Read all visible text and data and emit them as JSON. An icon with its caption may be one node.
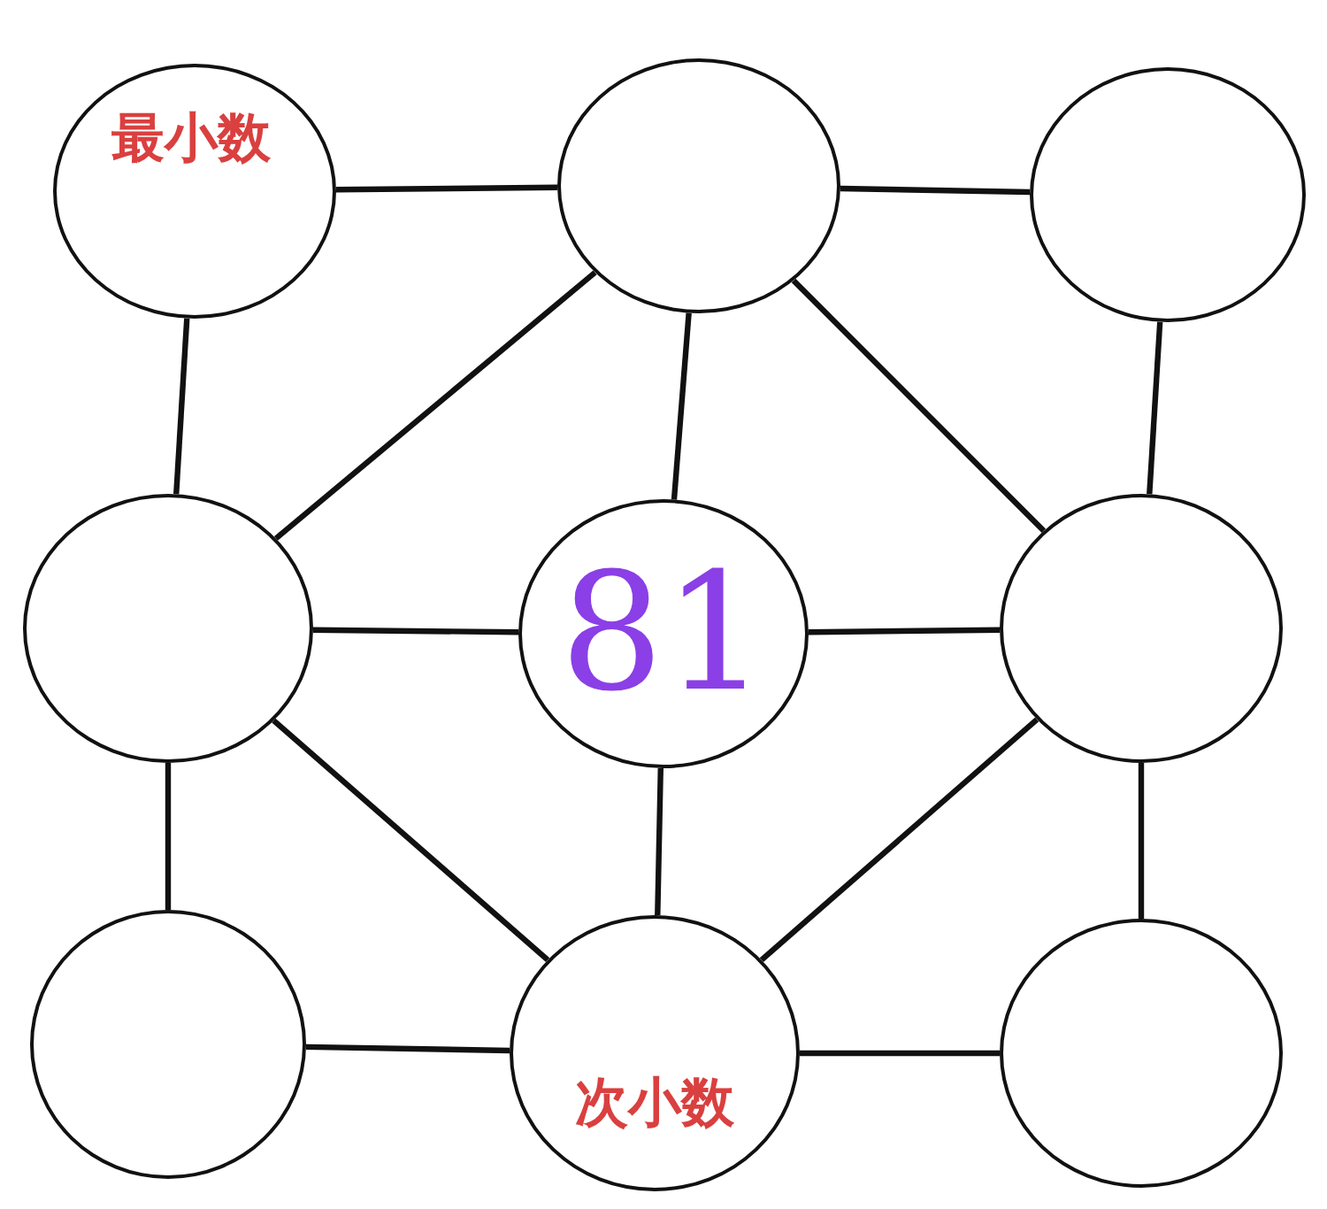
{
  "diagram": {
    "nodes": [
      {
        "text": [
          "最小数"
        ]
      },
      {
        "text": [],
        "shape": "circle"
      },
      {
        "text": [],
        "shape": "circle"
      },
      {
        "text": [],
        "shape": "circle"
      },
      {
        "text": [
          "81"
        ]
      },
      {
        "text": [],
        "shape": "circle"
      },
      {
        "text": [],
        "shape": "circle"
      },
      {
        "text": [
          "次小数"
        ]
      },
      {
        "text": [],
        "shape": "circle"
      }
    ],
    "edges": [
      {
        "from": 0,
        "to": 1,
        "arrow": "none"
      },
      {
        "from": 1,
        "to": 2,
        "arrow": "none"
      },
      {
        "from": 0,
        "to": 3,
        "arrow": "none"
      },
      {
        "from": 1,
        "to": 3,
        "arrow": "none"
      },
      {
        "from": 1,
        "to": 4,
        "arrow": "none"
      },
      {
        "from": 1,
        "to": 5,
        "arrow": "none"
      },
      {
        "from": 2,
        "to": 5,
        "arrow": "none"
      },
      {
        "from": 3,
        "to": 4,
        "arrow": "none"
      },
      {
        "from": 4,
        "to": 5,
        "arrow": "none"
      },
      {
        "from": 3,
        "to": 6,
        "arrow": "none"
      },
      {
        "from": 3,
        "to": 7,
        "arrow": "none"
      },
      {
        "from": 4,
        "to": 7,
        "arrow": "none"
      },
      {
        "from": 5,
        "to": 7,
        "arrow": "none"
      },
      {
        "from": 5,
        "to": 8,
        "arrow": "none"
      },
      {
        "from": 6,
        "to": 7,
        "arrow": "none"
      },
      {
        "from": 7,
        "to": 8,
        "arrow": "none"
      }
    ]
  }
}
